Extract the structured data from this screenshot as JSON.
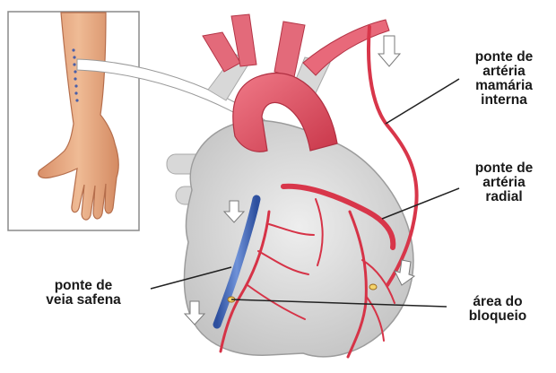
{
  "labels": {
    "internal_mammary": "ponte de\nartéria\nmamária\ninterna",
    "radial_artery": "ponte de\nartéria\nradial",
    "saphenous_vein": "ponte de\nveia safena",
    "blockage_area": "área do\nbloqueio"
  },
  "colors": {
    "artery": "#d8364a",
    "aorta": "#e0566a",
    "vein_graft": "#3f63b4",
    "heart_tissue": "#d9d9d9",
    "skin": "#e7a77f",
    "leader_line": "#222222"
  },
  "icons": [
    "forearm-illustration",
    "heart-illustration",
    "flow-arrow-icon"
  ]
}
